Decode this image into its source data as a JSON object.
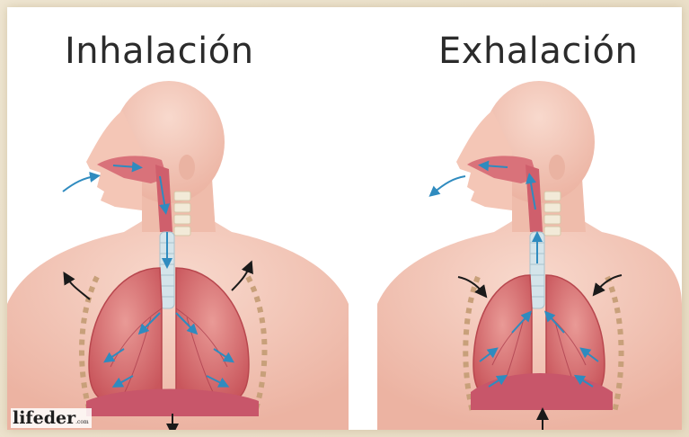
{
  "panels": [
    {
      "title": "Inhalación"
    },
    {
      "title": "Exhalación"
    }
  ],
  "logo": {
    "text": "lifeder",
    "suffix": ".com"
  },
  "colors": {
    "skin": "#f4cbbd",
    "skin_shadow": "#e9a996",
    "lung": "#d9726f",
    "lung_dark": "#b8474e",
    "diaphragm": "#c8566a",
    "trachea": "#d4e4ea",
    "airflow": "#2f8bbf",
    "ribs": "#c8a07a"
  }
}
